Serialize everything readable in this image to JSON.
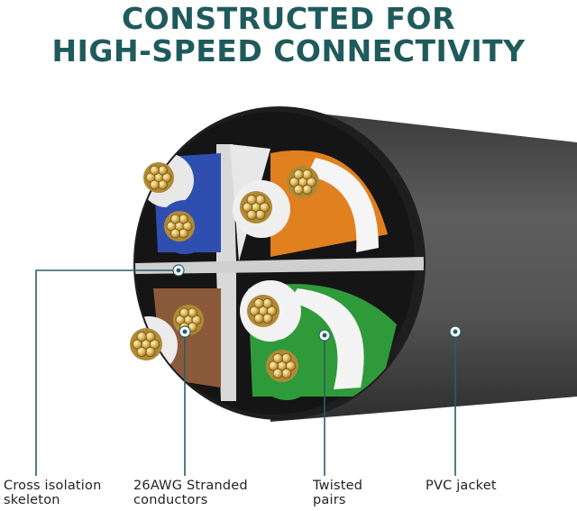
{
  "headline": {
    "line1": "CONSTRUCTED FOR",
    "line2": "HIGH-SPEED CONNECTIVITY"
  },
  "callouts": [
    {
      "line1": "Cross isolation",
      "line2": "skeleton"
    },
    {
      "line1": "26AWG Stranded",
      "line2": "conductors"
    },
    {
      "line1": "Twisted",
      "line2": "pairs"
    },
    {
      "line1": "PVC jacket",
      "line2": ""
    }
  ],
  "colors": {
    "headline": "#1f5a5c",
    "leader_line": "#2a5e66",
    "jacket": "#454545",
    "blue_pair": "#2f4fb0",
    "orange_pair": "#e0801e",
    "brown_pair": "#8a5a3a",
    "green_pair": "#2f9a3a",
    "copper": "#d8b056"
  }
}
